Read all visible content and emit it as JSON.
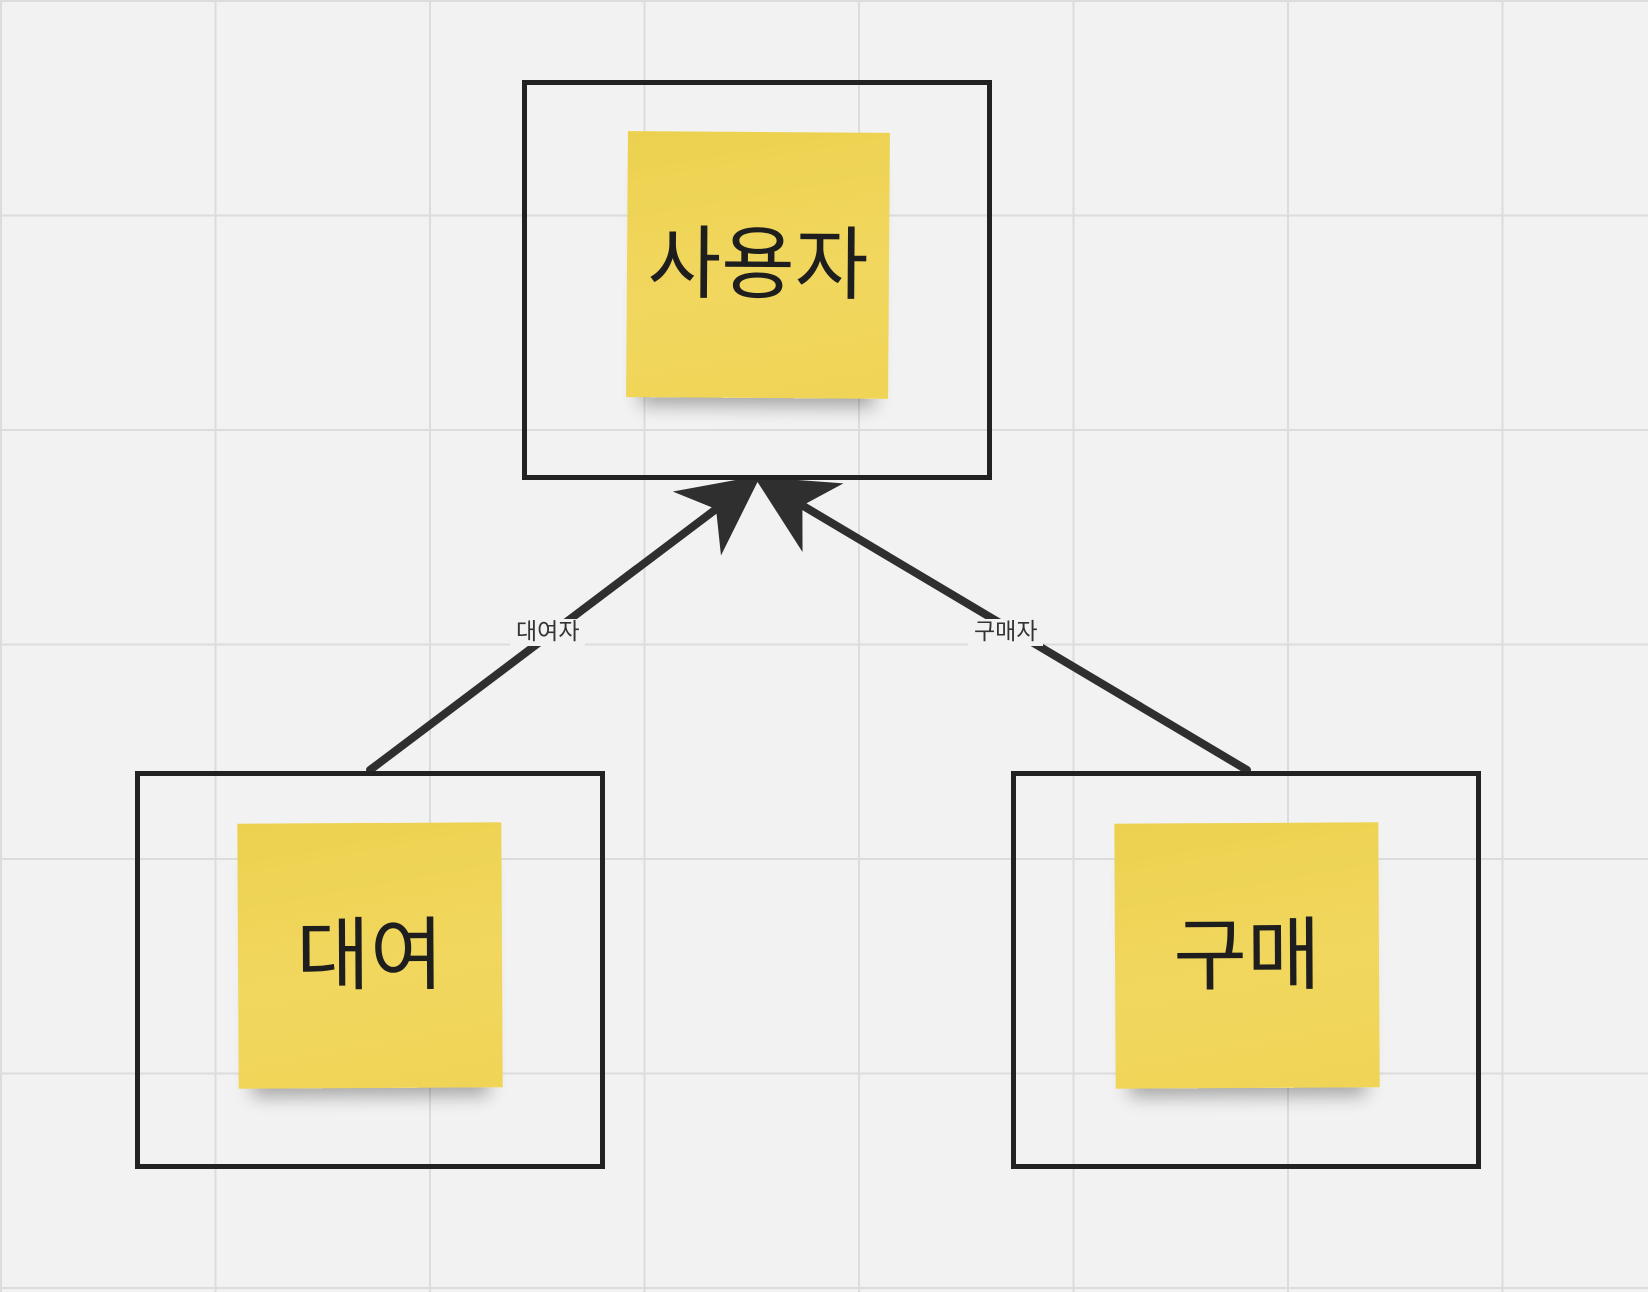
{
  "colors": {
    "canvas_bg": "#f2f2f2",
    "grid_line": "#dcdcdc",
    "frame_border": "#222222",
    "sticky_note": "#f0d55a",
    "connector": "#2f2f2f",
    "text": "#1e1e1e"
  },
  "nodes": {
    "user": {
      "label": "사용자"
    },
    "rental": {
      "label": "대여"
    },
    "purchase": {
      "label": "구매"
    }
  },
  "connectors": {
    "rental_to_user": {
      "label": "대여자"
    },
    "purchase_to_user": {
      "label": "구매자"
    }
  }
}
